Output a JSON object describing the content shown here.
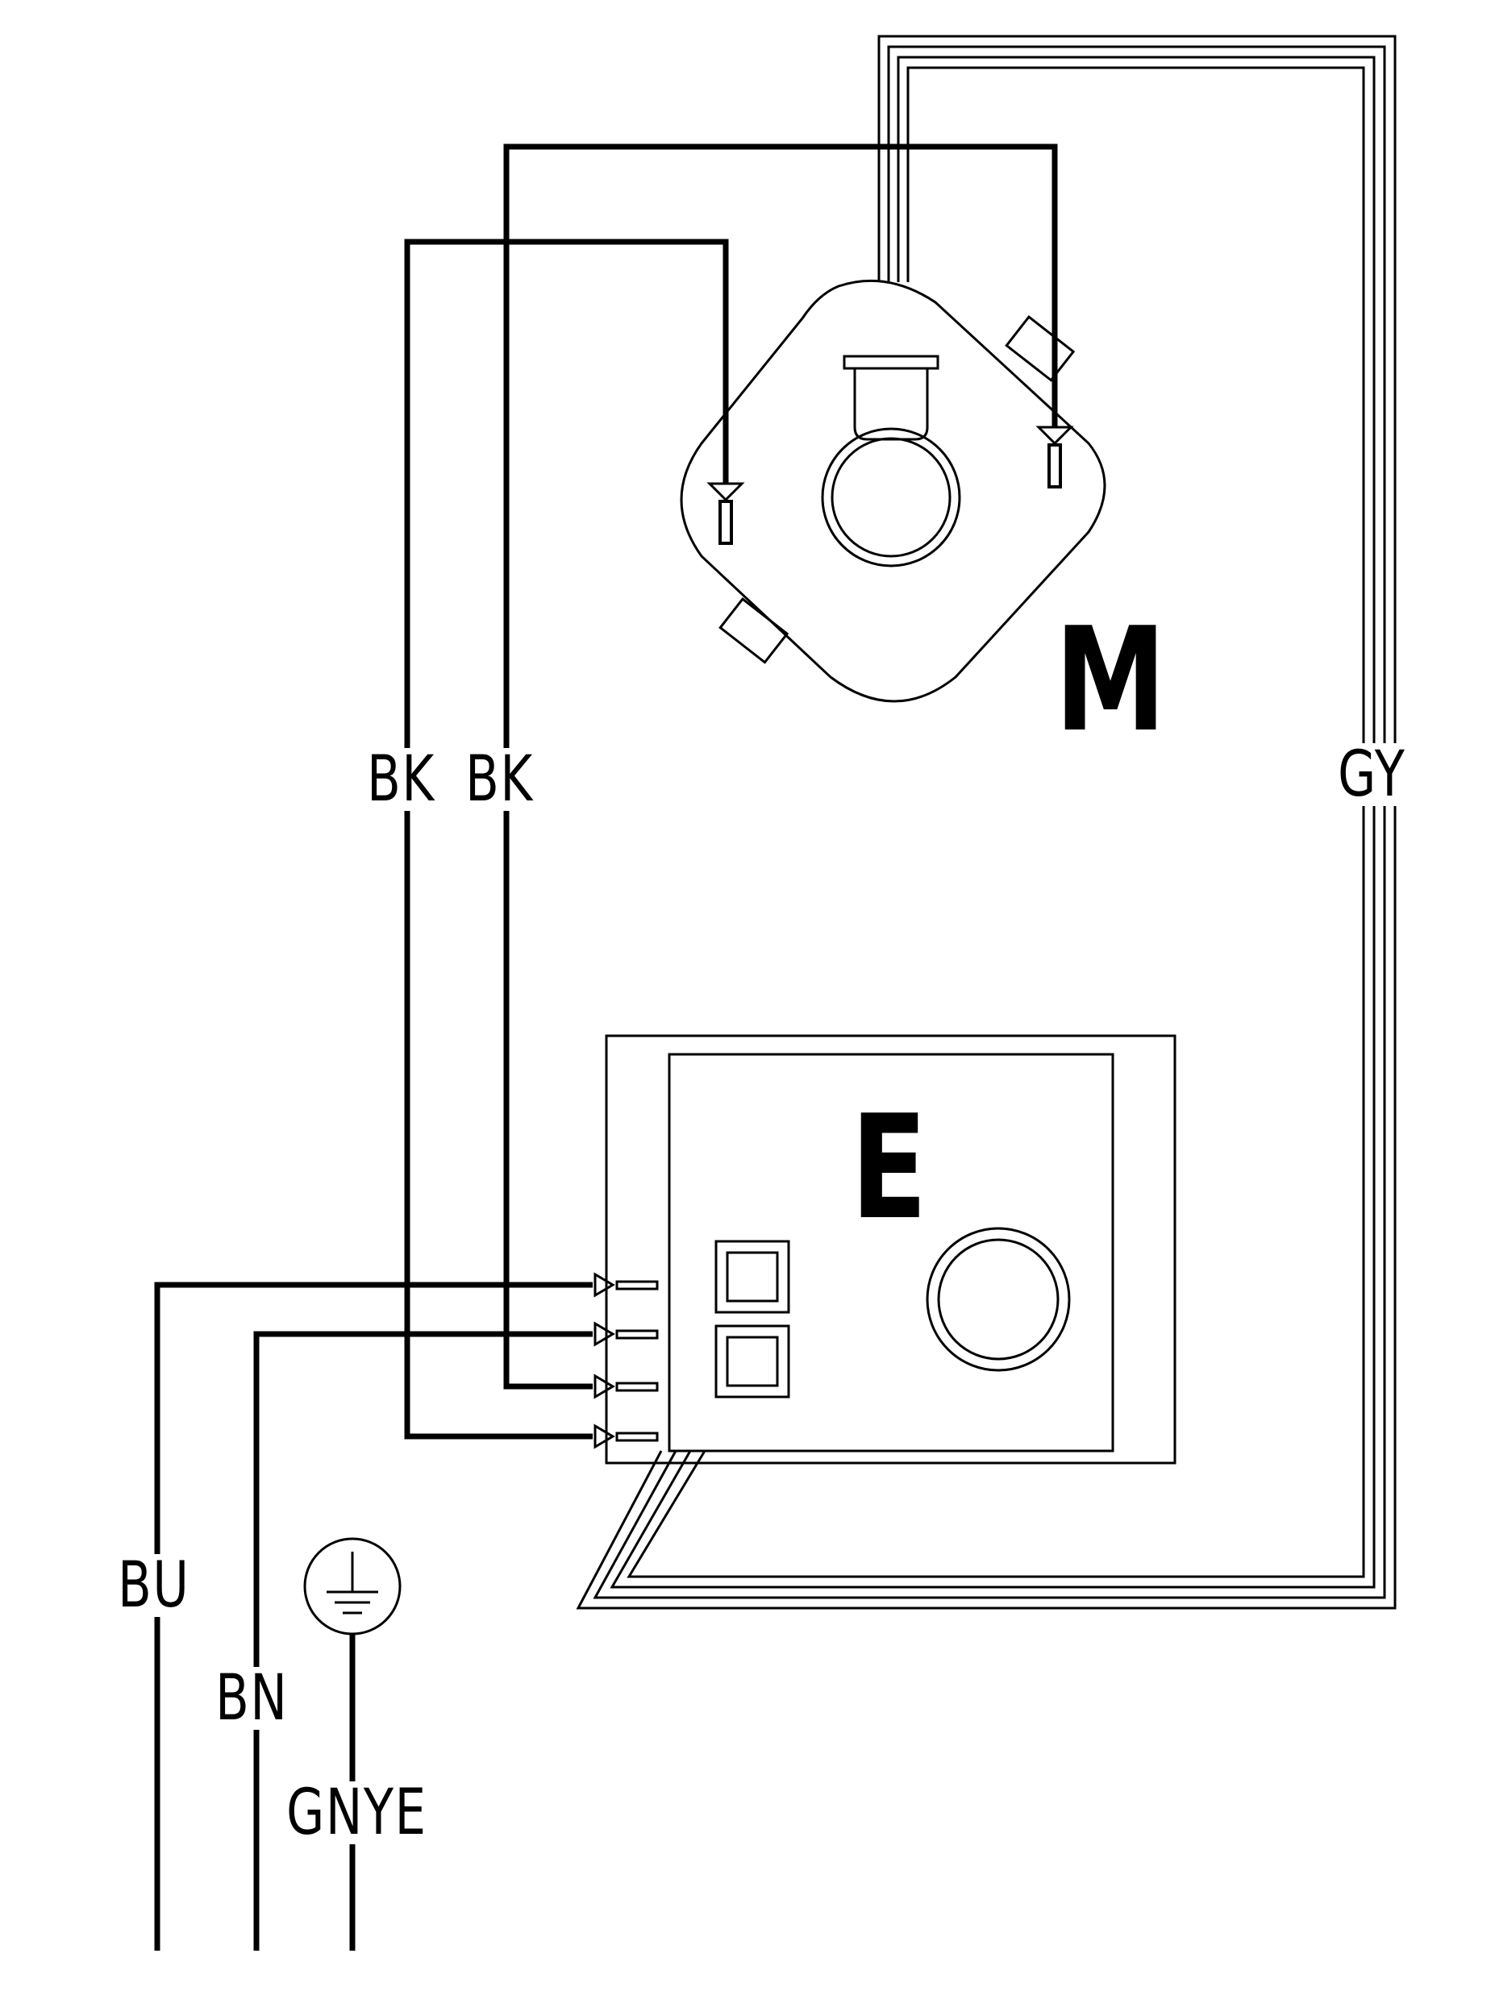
{
  "components": {
    "motor_label": "M",
    "electronics_label": "E"
  },
  "wires": {
    "bk_left": "BK",
    "bk_right": "BK",
    "gy": "GY",
    "bu": "BU",
    "bn": "BN",
    "gnye": "GNYE"
  },
  "colors": {
    "line": "#000000",
    "background": "#ffffff"
  },
  "icons": [
    "earth-ground-icon",
    "motor-capacitor-icon",
    "control-box-icon",
    "terminal-arrow-icon"
  ]
}
